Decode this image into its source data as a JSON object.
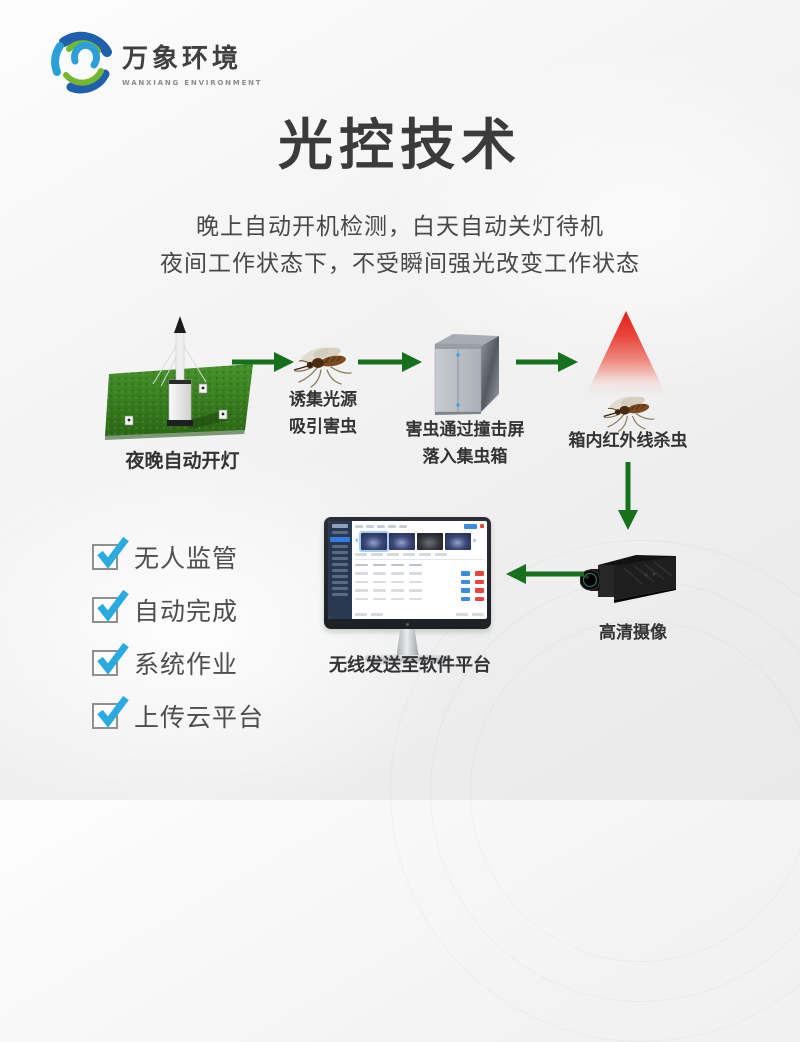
{
  "brand": {
    "name_cn": "万象环境",
    "name_en": "WANXIANG ENVIRONMENT"
  },
  "header": {
    "title": "光控技术",
    "subtitle_line1": "晚上自动开机检测，白天自动关灯待机",
    "subtitle_line2": "夜间工作状态下，不受瞬间强光改变工作状态"
  },
  "flow": {
    "step1": {
      "label": "夜晚自动开灯",
      "image": "light-tower-on-grass"
    },
    "step2": {
      "label_line1": "诱集光源",
      "label_line2": "吸引害虫",
      "image": "mosquito"
    },
    "step3": {
      "label_line1": "害虫通过撞击屏",
      "label_line2": "落入集虫箱",
      "image": "insect-collection-box"
    },
    "step4": {
      "label": "箱内红外线杀虫",
      "image": "infrared-beam-with-mosquito"
    },
    "step5": {
      "label": "高清摄像",
      "image": "hd-box-camera"
    },
    "step6": {
      "label": "无线发送至软件平台",
      "image": "software-platform-monitor"
    }
  },
  "checklist": {
    "items": [
      {
        "label": "无人监管",
        "checked": true
      },
      {
        "label": "自动完成",
        "checked": true
      },
      {
        "label": "系统作业",
        "checked": true
      },
      {
        "label": "上传云平台",
        "checked": true
      }
    ]
  },
  "colors": {
    "arrow_green": "#17701c",
    "check_blue": "#29abe2",
    "beam_red": "#e41f18",
    "grass_green": "#3a7d21",
    "logo_blue": "#1e5fae",
    "logo_light_blue": "#2ba0d8",
    "logo_green": "#74b62e",
    "title_text": "#3b3b3b",
    "body_text": "#484848"
  }
}
